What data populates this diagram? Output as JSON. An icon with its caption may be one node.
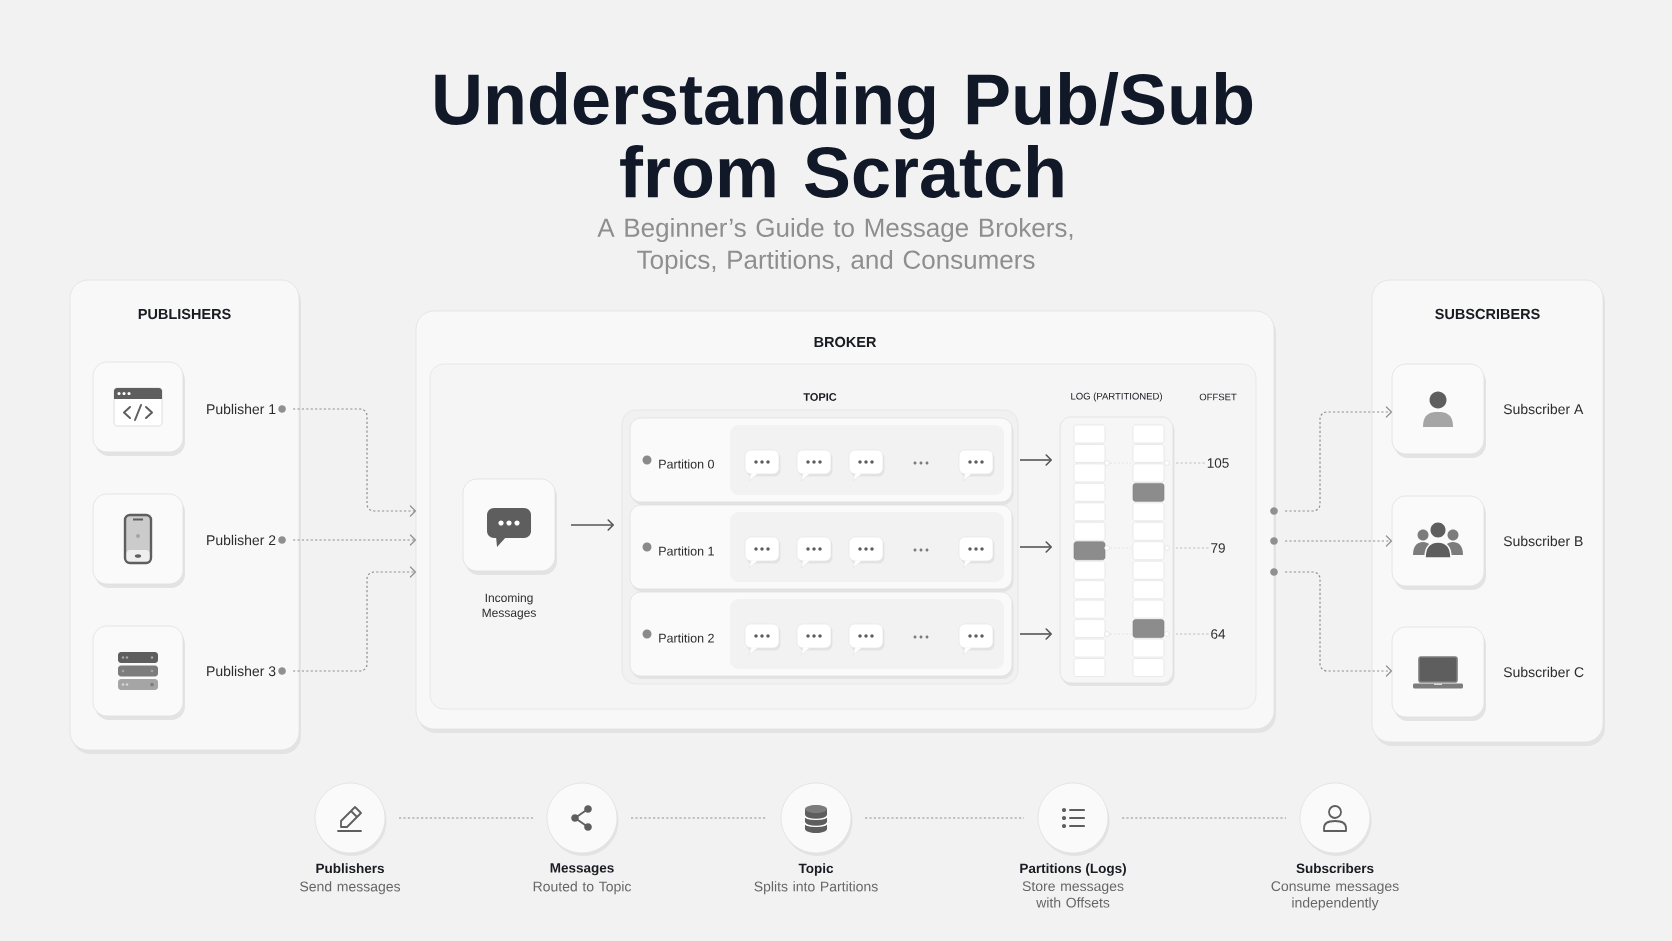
{
  "diagram": {
    "title": "Understanding Pub/Sub from Scratch",
    "nodes": [
      {
        "text": [
          "PUBLISHERS"
        ]
      },
      {
        "text": [
          "Publisher 1"
        ],
        "in": 0
      },
      {
        "text": [
          "Publisher 2"
        ],
        "in": 0
      },
      {
        "text": [
          "Publisher 3"
        ],
        "in": 0
      },
      {
        "text": [
          "BROKER"
        ]
      },
      {
        "text": [],
        "shape": "box",
        "in": 4
      },
      {
        "text": [
          "Incoming Messages"
        ],
        "in": 5
      },
      {
        "text": [
          "TOPIC"
        ],
        "in": 5
      },
      {
        "text": [
          "Partition 0"
        ],
        "in": 7
      },
      {
        "text": [
          "Partition 1"
        ],
        "in": 7
      },
      {
        "text": [
          "Partition 2"
        ],
        "in": 7
      },
      {
        "text": [
          "LOG (PARTITIONED)"
        ],
        "in": 5
      },
      {
        "text": [
          "105"
        ],
        "in": 5
      },
      {
        "text": [
          "79"
        ],
        "in": 5
      },
      {
        "text": [
          "64"
        ],
        "in": 5
      },
      {
        "text": [
          "SUBSCRIBERS"
        ]
      },
      {
        "text": [],
        "shape": "box",
        "beside": [
          "Subscriber A"
        ],
        "in": 15
      },
      {
        "text": [],
        "shape": "box",
        "beside": [
          "Subscriber B"
        ],
        "in": 15
      },
      {
        "text": [],
        "shape": "box",
        "beside": [
          "Subscriber C"
        ],
        "in": 15
      },
      {
        "text": [
          "Publishers",
          "Send messages"
        ]
      },
      {
        "text": [
          "Messages",
          "Routed to Topic"
        ]
      },
      {
        "text": [
          "Topic",
          "Splits into Partitions"
        ]
      },
      {
        "text": [
          "Partitions (Logs)",
          "Store messages with Offsets"
        ]
      },
      {
        "text": [
          "Subscribers",
          "Consume messages independently"
        ]
      }
    ],
    "edges": [
      {
        "from": 1,
        "to": 4,
        "arrow": "to",
        "style": "dashed"
      },
      {
        "from": 2,
        "to": 4,
        "arrow": "to",
        "style": "dashed"
      },
      {
        "from": 3,
        "to": 4,
        "arrow": "to",
        "style": "dashed"
      },
      {
        "from": 6,
        "to": 7,
        "arrow": "to",
        "color": "#555555"
      },
      {
        "from": 8,
        "to": 11,
        "arrow": "to",
        "color": "#555555"
      },
      {
        "from": 9,
        "to": 11,
        "arrow": "to",
        "color": "#555555"
      },
      {
        "from": 10,
        "to": 11,
        "arrow": "to",
        "color": "#555555"
      },
      {
        "from": 12,
        "to": 11,
        "arrow": "none",
        "style": "dashed",
        "color": "#bdbdbd"
      },
      {
        "from": 13,
        "to": 11,
        "arrow": "none",
        "style": "dashed",
        "color": "#bdbdbd"
      },
      {
        "from": 14,
        "to": 11,
        "arrow": "none",
        "style": "dashed",
        "color": "#bdbdbd"
      },
      {
        "from": 4,
        "to": 16,
        "arrow": "to",
        "style": "dashed"
      },
      {
        "from": 4,
        "to": 17,
        "arrow": "to",
        "style": "dashed"
      },
      {
        "from": 4,
        "to": 18,
        "arrow": "to",
        "style": "dashed"
      },
      {
        "from": 19,
        "to": 20,
        "arrow": "none",
        "style": "dashed"
      },
      {
        "from": 20,
        "to": 21,
        "arrow": "none",
        "style": "dashed"
      },
      {
        "from": 21,
        "to": 22,
        "arrow": "none",
        "style": "dashed"
      },
      {
        "from": 22,
        "to": 23,
        "arrow": "none",
        "style": "dashed"
      }
    ],
    "labels": [
      "A Beginner’s Guide to Message Brokers, Topics, Partitions, and Consumers",
      "OFFSET"
    ]
  }
}
